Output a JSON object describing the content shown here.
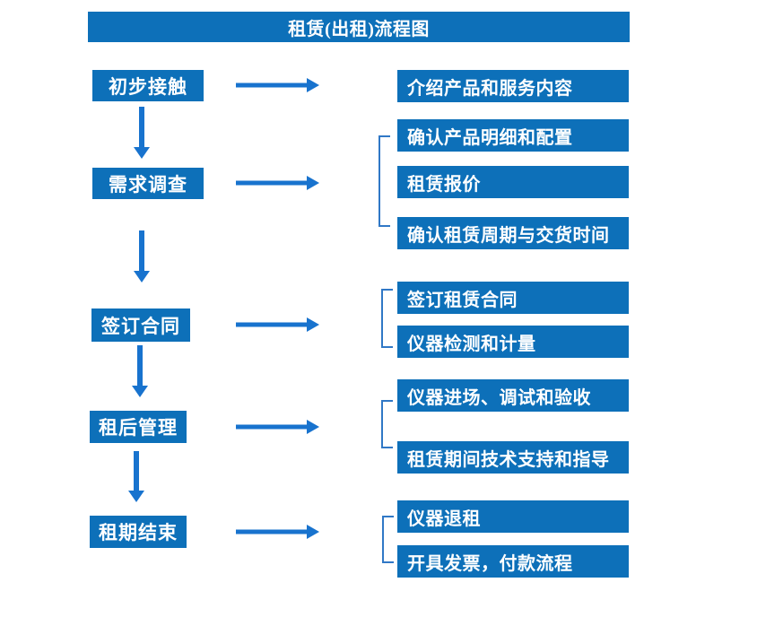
{
  "title": "租赁(出租)流程图",
  "colors": {
    "box_blue": "#0d70b9",
    "arrow_blue": "#1873ce",
    "bracket_blue": "#3078c6",
    "text_white": "#ffffff"
  },
  "stages": [
    {
      "label": "初步接触",
      "outputs": [
        "介绍产品和服务内容"
      ]
    },
    {
      "label": "需求调查",
      "outputs": [
        "确认产品明细和配置",
        "租赁报价",
        "确认租赁周期与交货时间"
      ]
    },
    {
      "label": "签订合同",
      "outputs": [
        "签订租赁合同",
        "仪器检测和计量"
      ]
    },
    {
      "label": "租后管理",
      "outputs": [
        "仪器进场、调试和验收",
        "租赁期间技术支持和指导"
      ]
    },
    {
      "label": "租期结束",
      "outputs": [
        "仪器退租",
        "开具发票，付款流程"
      ]
    }
  ]
}
